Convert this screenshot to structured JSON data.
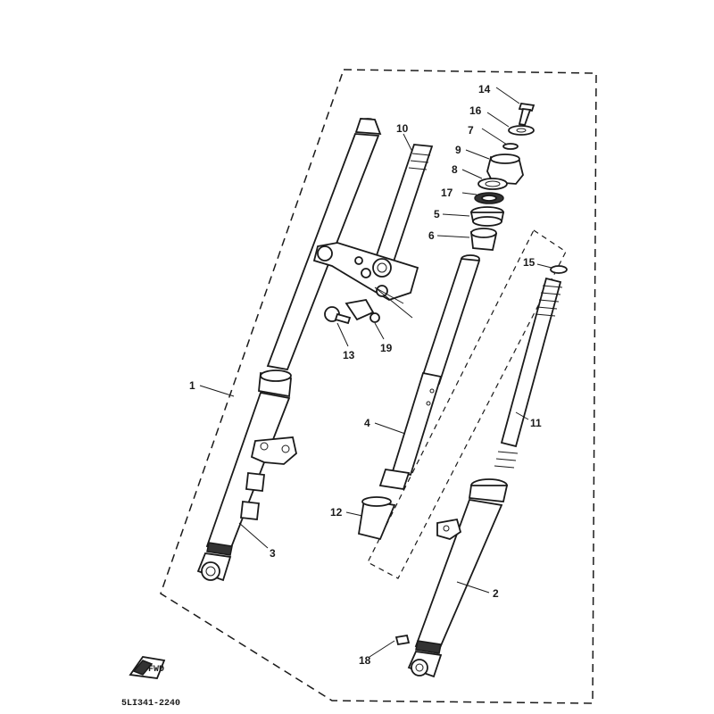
{
  "diagram": {
    "drawing_code": "5LI341-2240",
    "fwd_mark": "FWD",
    "callouts": [
      {
        "id": "1",
        "label": "1"
      },
      {
        "id": "2",
        "label": "2"
      },
      {
        "id": "3",
        "label": "3"
      },
      {
        "id": "4",
        "label": "4"
      },
      {
        "id": "5",
        "label": "5"
      },
      {
        "id": "6",
        "label": "6"
      },
      {
        "id": "7",
        "label": "7"
      },
      {
        "id": "8",
        "label": "8"
      },
      {
        "id": "9",
        "label": "9"
      },
      {
        "id": "10",
        "label": "10"
      },
      {
        "id": "11",
        "label": "11"
      },
      {
        "id": "12",
        "label": "12"
      },
      {
        "id": "13",
        "label": "13"
      },
      {
        "id": "14",
        "label": "14"
      },
      {
        "id": "15",
        "label": "15"
      },
      {
        "id": "16",
        "label": "16"
      },
      {
        "id": "17",
        "label": "17"
      },
      {
        "id": "18",
        "label": "18"
      },
      {
        "id": "19",
        "label": "19"
      }
    ]
  }
}
